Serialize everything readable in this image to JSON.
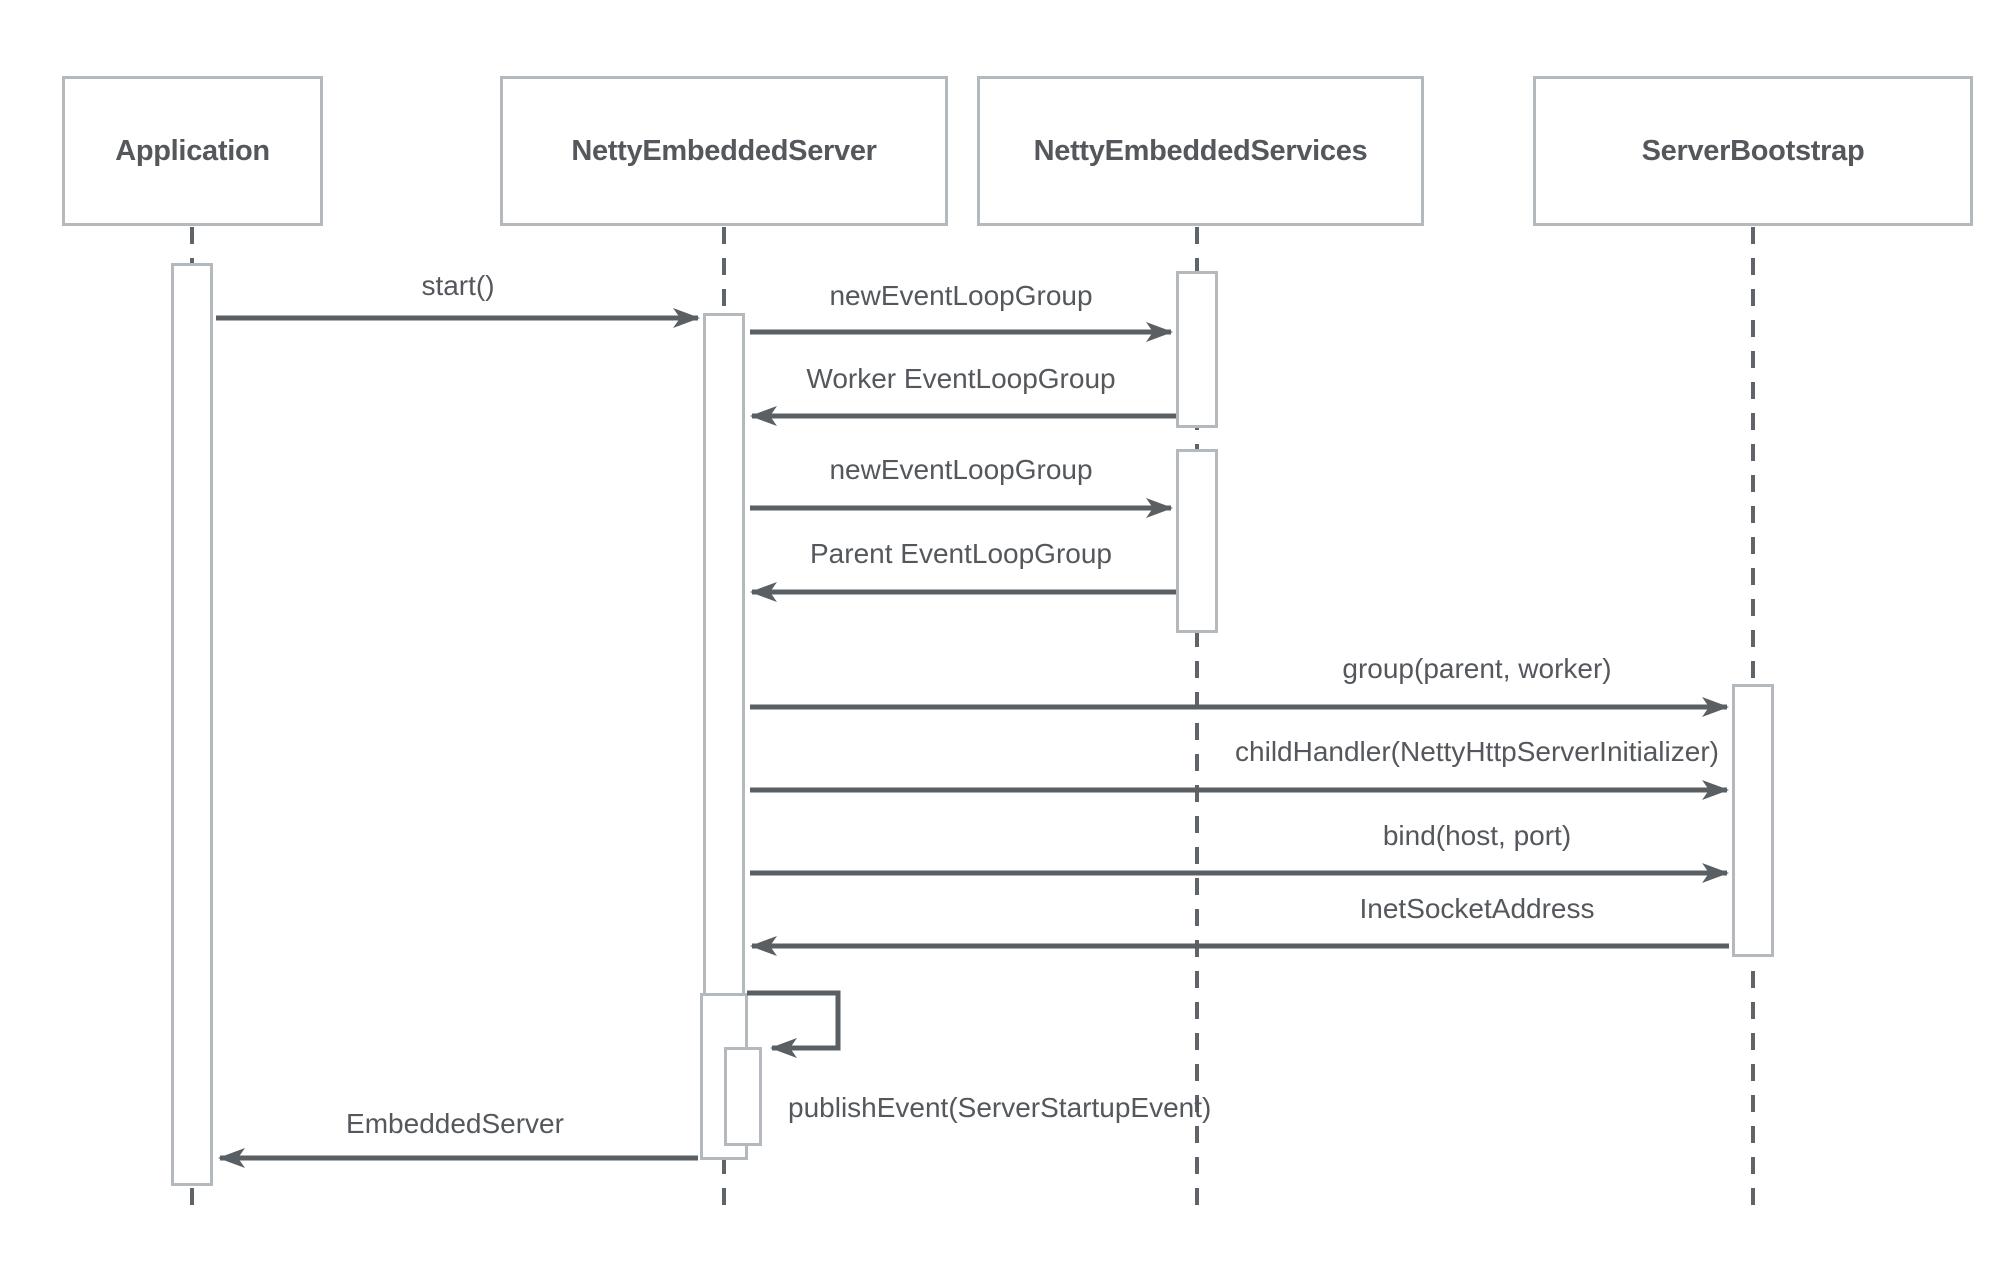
{
  "diagram": {
    "type": "uml-sequence-diagram",
    "participants": [
      {
        "id": "application",
        "label": "Application"
      },
      {
        "id": "netty-embedded-server",
        "label": "NettyEmbeddedServer"
      },
      {
        "id": "netty-embedded-services",
        "label": "NettyEmbeddedServices"
      },
      {
        "id": "server-bootstrap",
        "label": "ServerBootstrap"
      }
    ],
    "messages": [
      {
        "label": "start()",
        "from": "application",
        "to": "netty-embedded-server",
        "direction": "right"
      },
      {
        "label": "newEventLoopGroup",
        "from": "netty-embedded-server",
        "to": "netty-embedded-services",
        "direction": "right"
      },
      {
        "label": "Worker EventLoopGroup",
        "from": "netty-embedded-services",
        "to": "netty-embedded-server",
        "direction": "left"
      },
      {
        "label": "newEventLoopGroup",
        "from": "netty-embedded-server",
        "to": "netty-embedded-services",
        "direction": "right"
      },
      {
        "label": "Parent EventLoopGroup",
        "from": "netty-embedded-services",
        "to": "netty-embedded-server",
        "direction": "left"
      },
      {
        "label": "group(parent, worker)",
        "from": "netty-embedded-server",
        "to": "server-bootstrap",
        "direction": "right"
      },
      {
        "label": "childHandler(NettyHttpServerInitializer)",
        "from": "netty-embedded-server",
        "to": "server-bootstrap",
        "direction": "right"
      },
      {
        "label": "bind(host, port)",
        "from": "netty-embedded-server",
        "to": "server-bootstrap",
        "direction": "right"
      },
      {
        "label": "InetSocketAddress",
        "from": "server-bootstrap",
        "to": "netty-embedded-server",
        "direction": "left"
      },
      {
        "label": "publishEvent(ServerStartupEvent)",
        "from": "netty-embedded-server",
        "to": "netty-embedded-server",
        "direction": "self"
      },
      {
        "label": "EmbeddedServer",
        "from": "netty-embedded-server",
        "to": "application",
        "direction": "left"
      }
    ],
    "colors": {
      "background": "#ffffff",
      "box_border": "#b3b9bc",
      "arrow": "#5a5f63",
      "text": "#54585c",
      "lifeline": "#5f6468"
    }
  }
}
